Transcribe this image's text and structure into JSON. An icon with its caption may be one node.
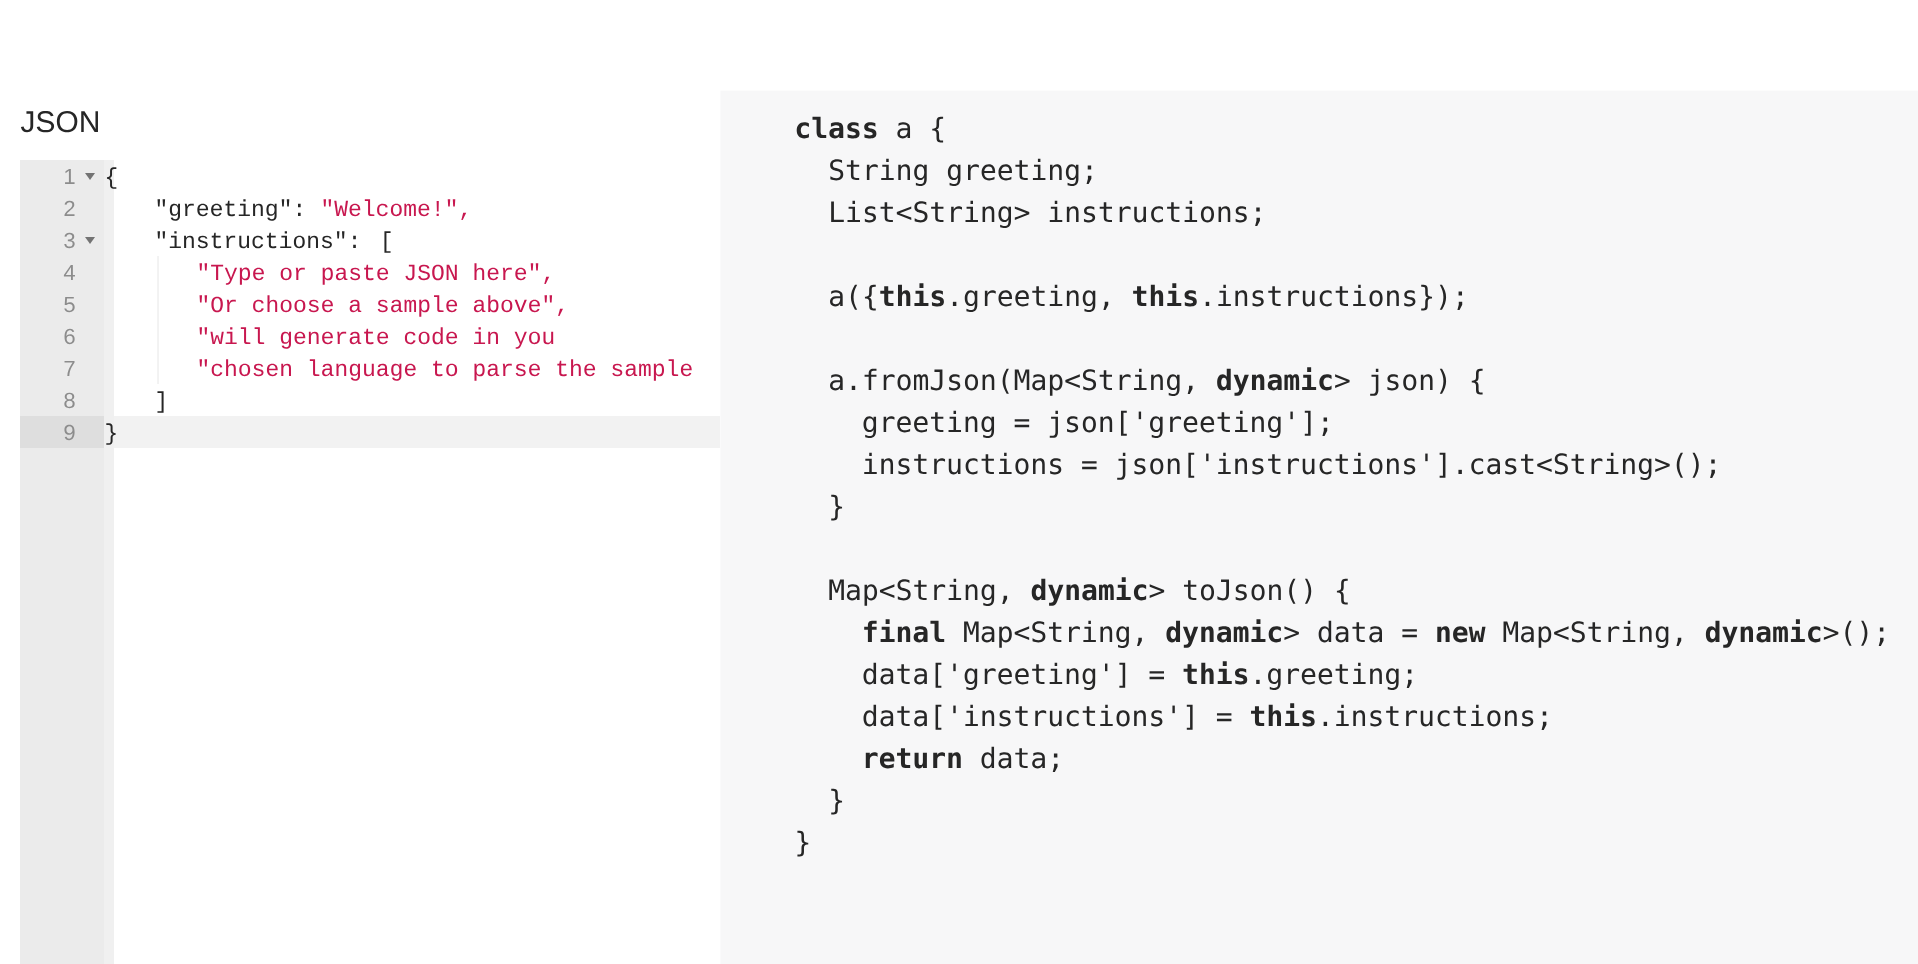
{
  "diagram": {
    "nodes": [
      {
        "text": [
          "JSON",
          "{",
          "\"greeting\":",
          "\"Welcome!\",",
          "\"instructions\": [",
          "\"Type or paste JSON here\",",
          "\"Or choose a sample above\",",
          "\"will generate code in you",
          "\"chosen language to parse the sample",
          "]",
          "}"
        ]
      },
      {
        "text": [
          "**class** a {",
          "String greeting;",
          "List<String> instructions;",
          "a({**this**.greeting, **this**.instructions});",
          "a.fromJson(Map<String, **dynamic**> json) {",
          "greeting = json['greeting'];",
          "instructions = json['instructions'].cast<String>();",
          "}",
          "Map<String, **dynamic**> toJson() {",
          "**final** Map<String, **dynamic**> data = **new** Map<String, **dynamic**>();",
          "data['greeting'] = **this**.greeting;",
          "data['instructions'] = **this**.instructions;",
          "**return** data;",
          "}",
          "}"
        ]
      }
    ],
    "labels": [
      "1",
      "2",
      "3",
      "4",
      "5",
      "6",
      "7",
      "8",
      "9"
    ]
  }
}
